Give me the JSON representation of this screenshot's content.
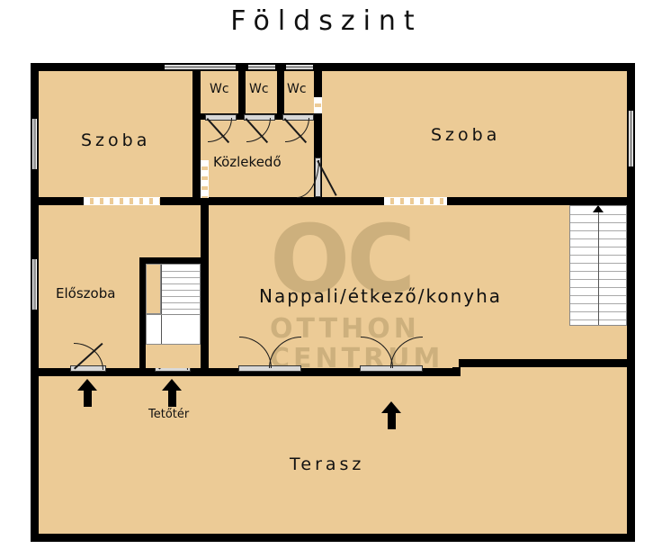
{
  "page": {
    "title": "Földszint",
    "background_color": "#ffffff",
    "floor_fill_color": "#eccb96",
    "wall_color": "#000000",
    "text_color": "#111111"
  },
  "watermark": {
    "logo": "OC",
    "line1": "OTTHON",
    "line2": "CENTRUM",
    "color": "#b59a69"
  },
  "rooms": [
    {
      "id": "szoba-left",
      "label": "Szoba"
    },
    {
      "id": "wc-1",
      "label": "Wc"
    },
    {
      "id": "wc-2",
      "label": "Wc"
    },
    {
      "id": "wc-3",
      "label": "Wc"
    },
    {
      "id": "kozlekedo",
      "label": "Közlekedő"
    },
    {
      "id": "szoba-right",
      "label": "Szoba"
    },
    {
      "id": "eloszoba",
      "label": "Előszoba"
    },
    {
      "id": "nappali",
      "label": "Nappali/étkező/konyha"
    },
    {
      "id": "terasz",
      "label": "Terasz"
    }
  ],
  "annotations": [
    {
      "id": "tetoter",
      "label": "Tetőtér"
    }
  ],
  "icons": {
    "stair_up_arrow": "up-arrow-icon",
    "entry_arrow": "entry-arrow-icon"
  }
}
